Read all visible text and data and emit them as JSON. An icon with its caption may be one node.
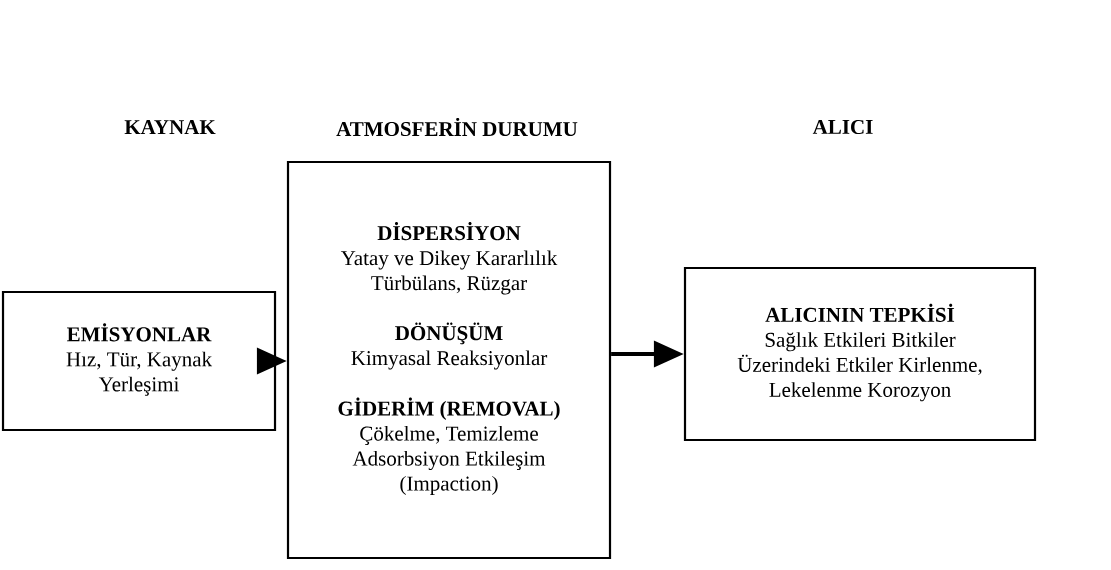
{
  "diagram": {
    "nodes": [
      {
        "text": [
          "EMİSYONLAR",
          "Hız, Tür, Kaynak Yerleşimi"
        ]
      },
      {
        "text": [
          "DİSPERSİYON",
          "Yatay ve Dikey Kararlılık Türbülans, Rüzgar",
          "DÖNÜŞÜM",
          "Kimyasal Reaksiyonlar",
          "GİDERİM (REMOVAL)",
          "Çökelme, Temizleme Adsorbsiyon Etkileşim (Impaction)"
        ]
      },
      {
        "text": [
          "ALICININ TEPKİSİ",
          "Sağlık Etkileri Bitkiler Üzerindeki Etkiler Kirlenme, Lekelenme Korozyon"
        ]
      }
    ],
    "edges": [
      {
        "from": 0,
        "to": 1,
        "arrow": "to"
      },
      {
        "from": 1,
        "to": 2,
        "arrow": "to"
      }
    ],
    "labels": [
      "KAYNAK",
      "ATMOSFERİN DURUMU",
      "ALICI"
    ]
  }
}
